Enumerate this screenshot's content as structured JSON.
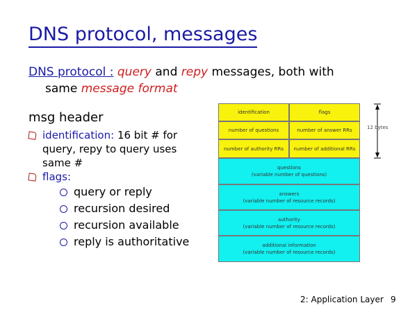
{
  "title": "DNS protocol, messages",
  "intro": {
    "lead": "DNS protocol :",
    "query": "query",
    "and": "and",
    "repy": "repy",
    "tail": "messages, both with",
    "line2_plain": "same",
    "line2_italic": "message format"
  },
  "msg_header": "msg header",
  "bullets": [
    {
      "label": "identification:",
      "text1": "16 bit # for",
      "text2": "query, repy to query uses",
      "text3": "same #"
    },
    {
      "label": "flags:"
    }
  ],
  "flags": [
    "query or reply",
    "recursion desired",
    "recursion available",
    "reply is authoritative"
  ],
  "diagram": {
    "row1": [
      "identification",
      "flags"
    ],
    "row2": [
      "number of questions",
      "number of answer RRs"
    ],
    "row3": [
      "number of authority RRs",
      "number of additional RRs"
    ],
    "sections": [
      {
        "name": "questions",
        "desc": "(variable number of questions)"
      },
      {
        "name": "answers",
        "desc": "(variable number of resource records)"
      },
      {
        "name": "authority",
        "desc": "(variable number of resource records)"
      },
      {
        "name": "additional information",
        "desc": "(variable number of resource records)"
      }
    ],
    "size_label": "12 bytes"
  },
  "footer": "2: Application Layer",
  "page_number": "9",
  "colors": {
    "title": "#1a1aa6",
    "accent_red": "#cc1f1f",
    "yellow": "#f9f20c",
    "cyan": "#12f0f0"
  }
}
